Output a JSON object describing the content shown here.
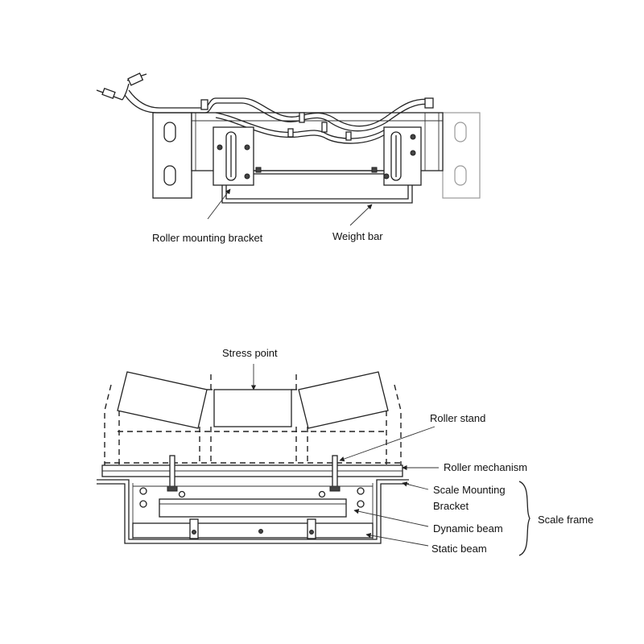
{
  "top_view": {
    "labels": {
      "roller_mounting_bracket": "Roller mounting bracket",
      "weight_bar": "Weight bar"
    }
  },
  "bottom_view": {
    "labels": {
      "stress_point": "Stress point",
      "roller_stand": "Roller stand",
      "roller_mechanism": "Roller mechanism",
      "scale_mounting_bracket_line1": "Scale Mounting",
      "scale_mounting_bracket_line2": "Bracket",
      "dynamic_beam": "Dynamic beam",
      "static_beam": "Static beam",
      "scale_frame": "Scale frame"
    }
  }
}
